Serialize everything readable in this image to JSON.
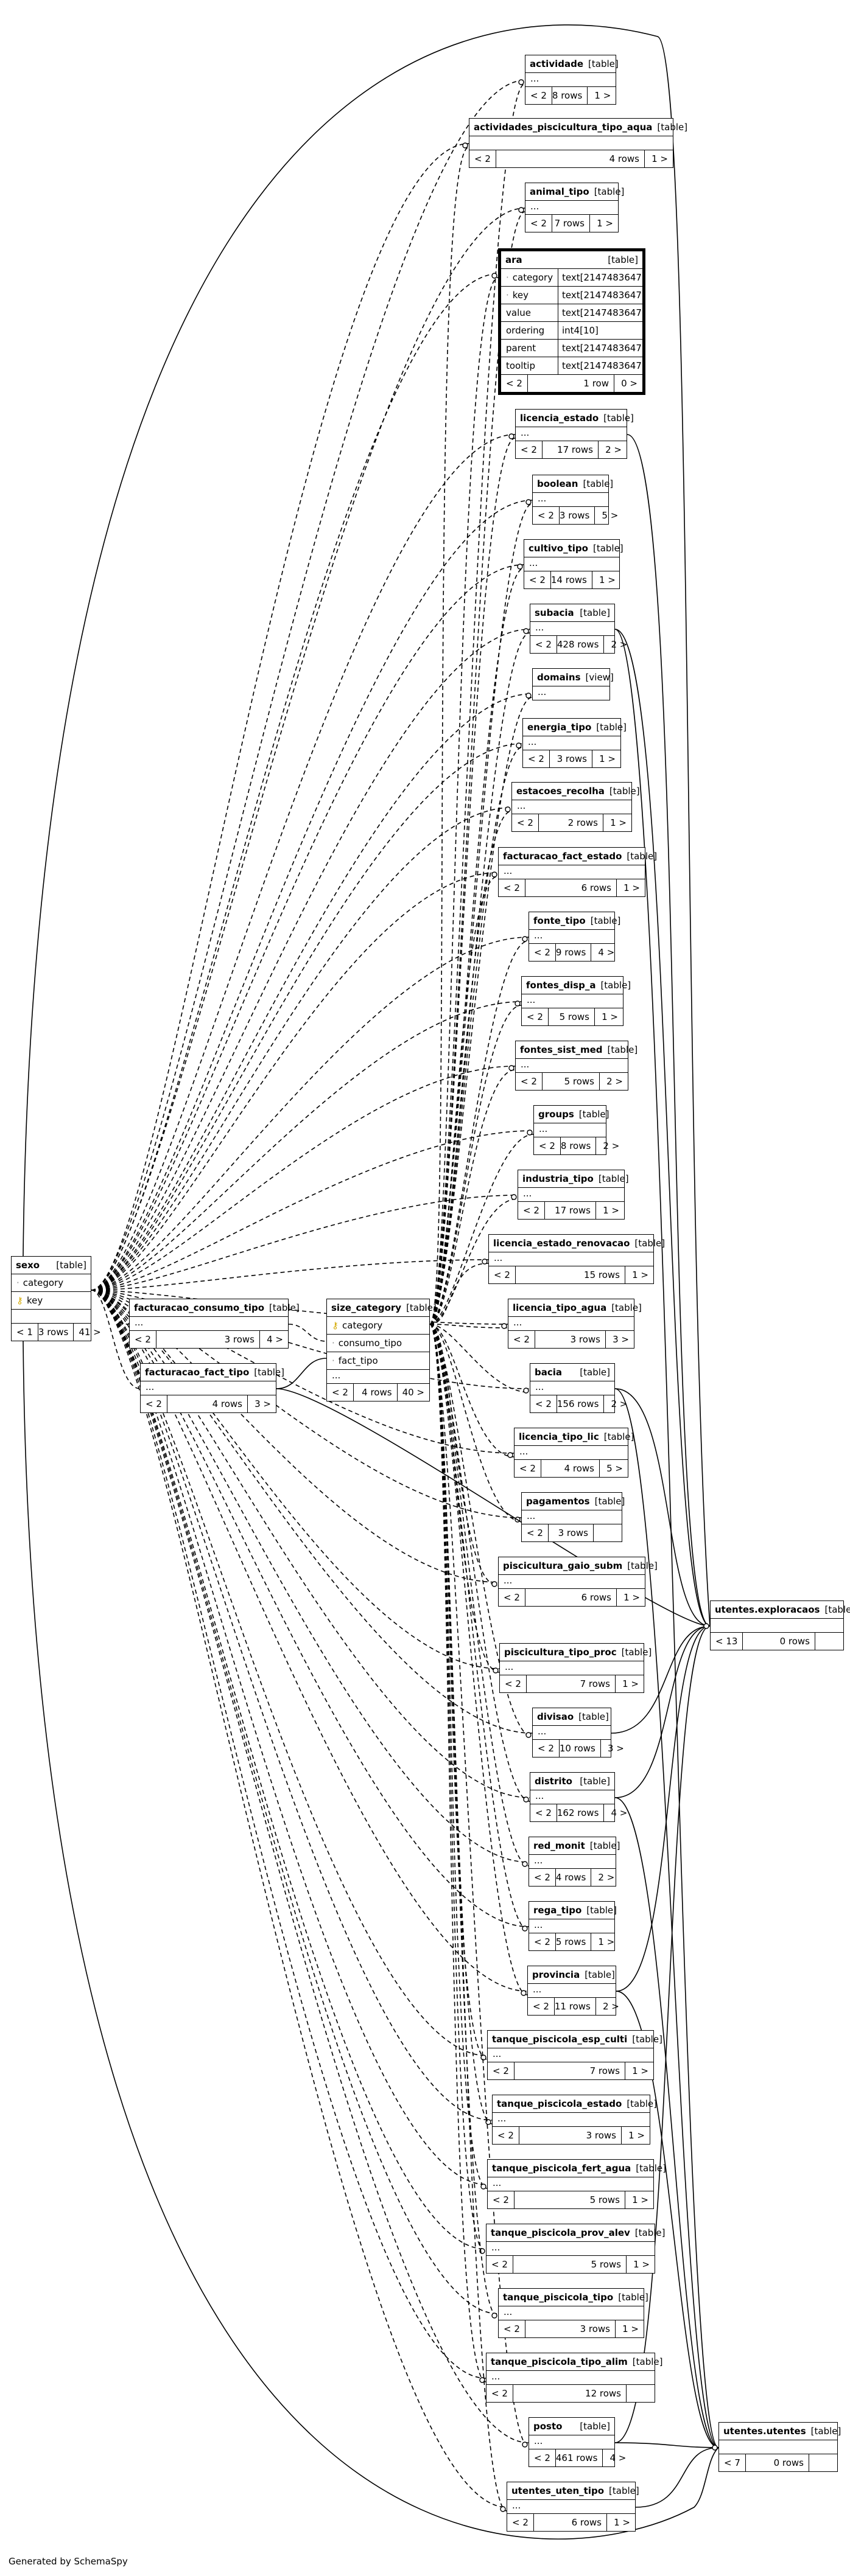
{
  "footer": {
    "generated_by": "Generated by SchemaSpy"
  },
  "tables": {
    "actividade": {
      "name": "actividade",
      "type": "[table]",
      "dots": "...",
      "left": "< 2",
      "rows": "8 rows",
      "right": "1 >"
    },
    "actividades_piscicultura_tipo_aqua": {
      "name": "actividades_piscicultura_tipo_aqua",
      "type": "[table]",
      "left": "< 2",
      "rows": "4 rows",
      "right": "1 >"
    },
    "animal_tipo": {
      "name": "animal_tipo",
      "type": "[table]",
      "dots": "...",
      "left": "< 2",
      "rows": "7 rows",
      "right": "1 >"
    },
    "ara": {
      "name": "ara",
      "type": "[table]",
      "columns": [
        {
          "name": "category",
          "type": "text[2147483647]"
        },
        {
          "name": "key",
          "type": "text[2147483647]"
        },
        {
          "name": "value",
          "type": "text[2147483647]"
        },
        {
          "name": "ordering",
          "type": "int4[10]"
        },
        {
          "name": "parent",
          "type": "text[2147483647]"
        },
        {
          "name": "tooltip",
          "type": "text[2147483647]"
        }
      ],
      "left": "< 2",
      "rows": "1 row",
      "right": "0 >"
    },
    "licencia_estado": {
      "name": "licencia_estado",
      "type": "[table]",
      "dots": "...",
      "left": "< 2",
      "rows": "17 rows",
      "right": "2 >"
    },
    "boolean": {
      "name": "boolean",
      "type": "[table]",
      "dots": "...",
      "left": "< 2",
      "rows": "3 rows",
      "right": "5 >"
    },
    "cultivo_tipo": {
      "name": "cultivo_tipo",
      "type": "[table]",
      "dots": "...",
      "left": "< 2",
      "rows": "14 rows",
      "right": "1 >"
    },
    "subacia": {
      "name": "subacia",
      "type": "[table]",
      "dots": "...",
      "left": "< 2",
      "rows": "428 rows",
      "right": "2 >"
    },
    "domains": {
      "name": "domains",
      "type": "[view]",
      "dots": "..."
    },
    "energia_tipo": {
      "name": "energia_tipo",
      "type": "[table]",
      "dots": "...",
      "left": "< 2",
      "rows": "3 rows",
      "right": "1 >"
    },
    "estacoes_recolha": {
      "name": "estacoes_recolha",
      "type": "[table]",
      "dots": "...",
      "left": "< 2",
      "rows": "2 rows",
      "right": "1 >"
    },
    "facturacao_fact_estado": {
      "name": "facturacao_fact_estado",
      "type": "[table]",
      "dots": "...",
      "left": "< 2",
      "rows": "6 rows",
      "right": "1 >"
    },
    "fonte_tipo": {
      "name": "fonte_tipo",
      "type": "[table]",
      "dots": "...",
      "left": "< 2",
      "rows": "9 rows",
      "right": "4 >"
    },
    "fontes_disp_a": {
      "name": "fontes_disp_a",
      "type": "[table]",
      "dots": "...",
      "left": "< 2",
      "rows": "5 rows",
      "right": "1 >"
    },
    "fontes_sist_med": {
      "name": "fontes_sist_med",
      "type": "[table]",
      "dots": "...",
      "left": "< 2",
      "rows": "5 rows",
      "right": "2 >"
    },
    "groups": {
      "name": "groups",
      "type": "[table]",
      "dots": "...",
      "left": "< 2",
      "rows": "8 rows",
      "right": "2 >"
    },
    "industria_tipo": {
      "name": "industria_tipo",
      "type": "[table]",
      "dots": "...",
      "left": "< 2",
      "rows": "17 rows",
      "right": "1 >"
    },
    "licencia_estado_renovacao": {
      "name": "licencia_estado_renovacao",
      "type": "[table]",
      "dots": "...",
      "left": "< 2",
      "rows": "15 rows",
      "right": "1 >"
    },
    "licencia_tipo_agua": {
      "name": "licencia_tipo_agua",
      "type": "[table]",
      "dots": "...",
      "left": "< 2",
      "rows": "3 rows",
      "right": "3 >"
    },
    "bacia": {
      "name": "bacia",
      "type": "[table]",
      "dots": "...",
      "left": "< 2",
      "rows": "156 rows",
      "right": "2 >"
    },
    "licencia_tipo_lic": {
      "name": "licencia_tipo_lic",
      "type": "[table]",
      "dots": "...",
      "left": "< 2",
      "rows": "4 rows",
      "right": "5 >"
    },
    "pagamentos": {
      "name": "pagamentos",
      "type": "[table]",
      "dots": "...",
      "left": "< 2",
      "rows": "3 rows",
      "right": ""
    },
    "piscicultura_gaio_subm": {
      "name": "piscicultura_gaio_subm",
      "type": "[table]",
      "dots": "...",
      "left": "< 2",
      "rows": "6 rows",
      "right": "1 >"
    },
    "piscicultura_tipo_proc": {
      "name": "piscicultura_tipo_proc",
      "type": "[table]",
      "dots": "...",
      "left": "< 2",
      "rows": "7 rows",
      "right": "1 >"
    },
    "divisao": {
      "name": "divisao",
      "type": "[table]",
      "dots": "...",
      "left": "< 2",
      "rows": "10 rows",
      "right": "3 >"
    },
    "distrito": {
      "name": "distrito",
      "type": "[table]",
      "dots": "...",
      "left": "< 2",
      "rows": "162 rows",
      "right": "4 >"
    },
    "red_monit": {
      "name": "red_monit",
      "type": "[table]",
      "dots": "...",
      "left": "< 2",
      "rows": "4 rows",
      "right": "2 >"
    },
    "rega_tipo": {
      "name": "rega_tipo",
      "type": "[table]",
      "dots": "...",
      "left": "< 2",
      "rows": "5 rows",
      "right": "1 >"
    },
    "provincia": {
      "name": "provincia",
      "type": "[table]",
      "dots": "...",
      "left": "< 2",
      "rows": "11 rows",
      "right": "2 >"
    },
    "tanque_piscicola_esp_culti": {
      "name": "tanque_piscicola_esp_culti",
      "type": "[table]",
      "dots": "...",
      "left": "< 2",
      "rows": "7 rows",
      "right": "1 >"
    },
    "tanque_piscicola_estado": {
      "name": "tanque_piscicola_estado",
      "type": "[table]",
      "dots": "...",
      "left": "< 2",
      "rows": "3 rows",
      "right": "1 >"
    },
    "tanque_piscicola_fert_agua": {
      "name": "tanque_piscicola_fert_agua",
      "type": "[table]",
      "dots": "...",
      "left": "< 2",
      "rows": "5 rows",
      "right": "1 >"
    },
    "tanque_piscicola_prov_alev": {
      "name": "tanque_piscicola_prov_alev",
      "type": "[table]",
      "dots": "...",
      "left": "< 2",
      "rows": "5 rows",
      "right": "1 >"
    },
    "tanque_piscicola_tipo": {
      "name": "tanque_piscicola_tipo",
      "type": "[table]",
      "dots": "...",
      "left": "< 2",
      "rows": "3 rows",
      "right": "1 >"
    },
    "tanque_piscicola_tipo_alim": {
      "name": "tanque_piscicola_tipo_alim",
      "type": "[table]",
      "dots": "...",
      "left": "< 2",
      "rows": "12 rows",
      "right": ""
    },
    "posto": {
      "name": "posto",
      "type": "[table]",
      "dots": "...",
      "left": "< 2",
      "rows": "461 rows",
      "right": "4 >"
    },
    "utentes_uten_tipo": {
      "name": "utentes_uten_tipo",
      "type": "[table]",
      "dots": "...",
      "left": "< 2",
      "rows": "6 rows",
      "right": "1 >"
    },
    "sexo": {
      "name": "sexo",
      "type": "[table]",
      "columns": [
        {
          "name": "category",
          "key": false
        },
        {
          "name": "key",
          "key": true
        }
      ],
      "dots": "",
      "left": "< 1",
      "rows": "3 rows",
      "right": "41 >"
    },
    "facturacao_consumo_tipo": {
      "name": "facturacao_consumo_tipo",
      "type": "[table]",
      "dots": "...",
      "left": "< 2",
      "rows": "3 rows",
      "right": "4 >"
    },
    "facturacao_fact_tipo": {
      "name": "facturacao_fact_tipo",
      "type": "[table]",
      "dots": "...",
      "left": "< 2",
      "rows": "4 rows",
      "right": "3 >"
    },
    "size_category": {
      "name": "size_category",
      "type": "[table]",
      "columns": [
        {
          "name": "category",
          "key": true
        },
        {
          "name": "consumo_tipo",
          "key": false
        },
        {
          "name": "fact_tipo",
          "key": false
        }
      ],
      "dots": "...",
      "left": "< 2",
      "rows": "4 rows",
      "right": "40 >"
    },
    "utentes_exploracaos": {
      "name": "utentes.exploracaos",
      "type": "[table]",
      "left": "< 13",
      "rows": "0 rows",
      "right": ""
    },
    "utentes_utentes": {
      "name": "utentes.utentes",
      "type": "[table]",
      "left": "< 7",
      "rows": "0 rows",
      "right": ""
    }
  }
}
